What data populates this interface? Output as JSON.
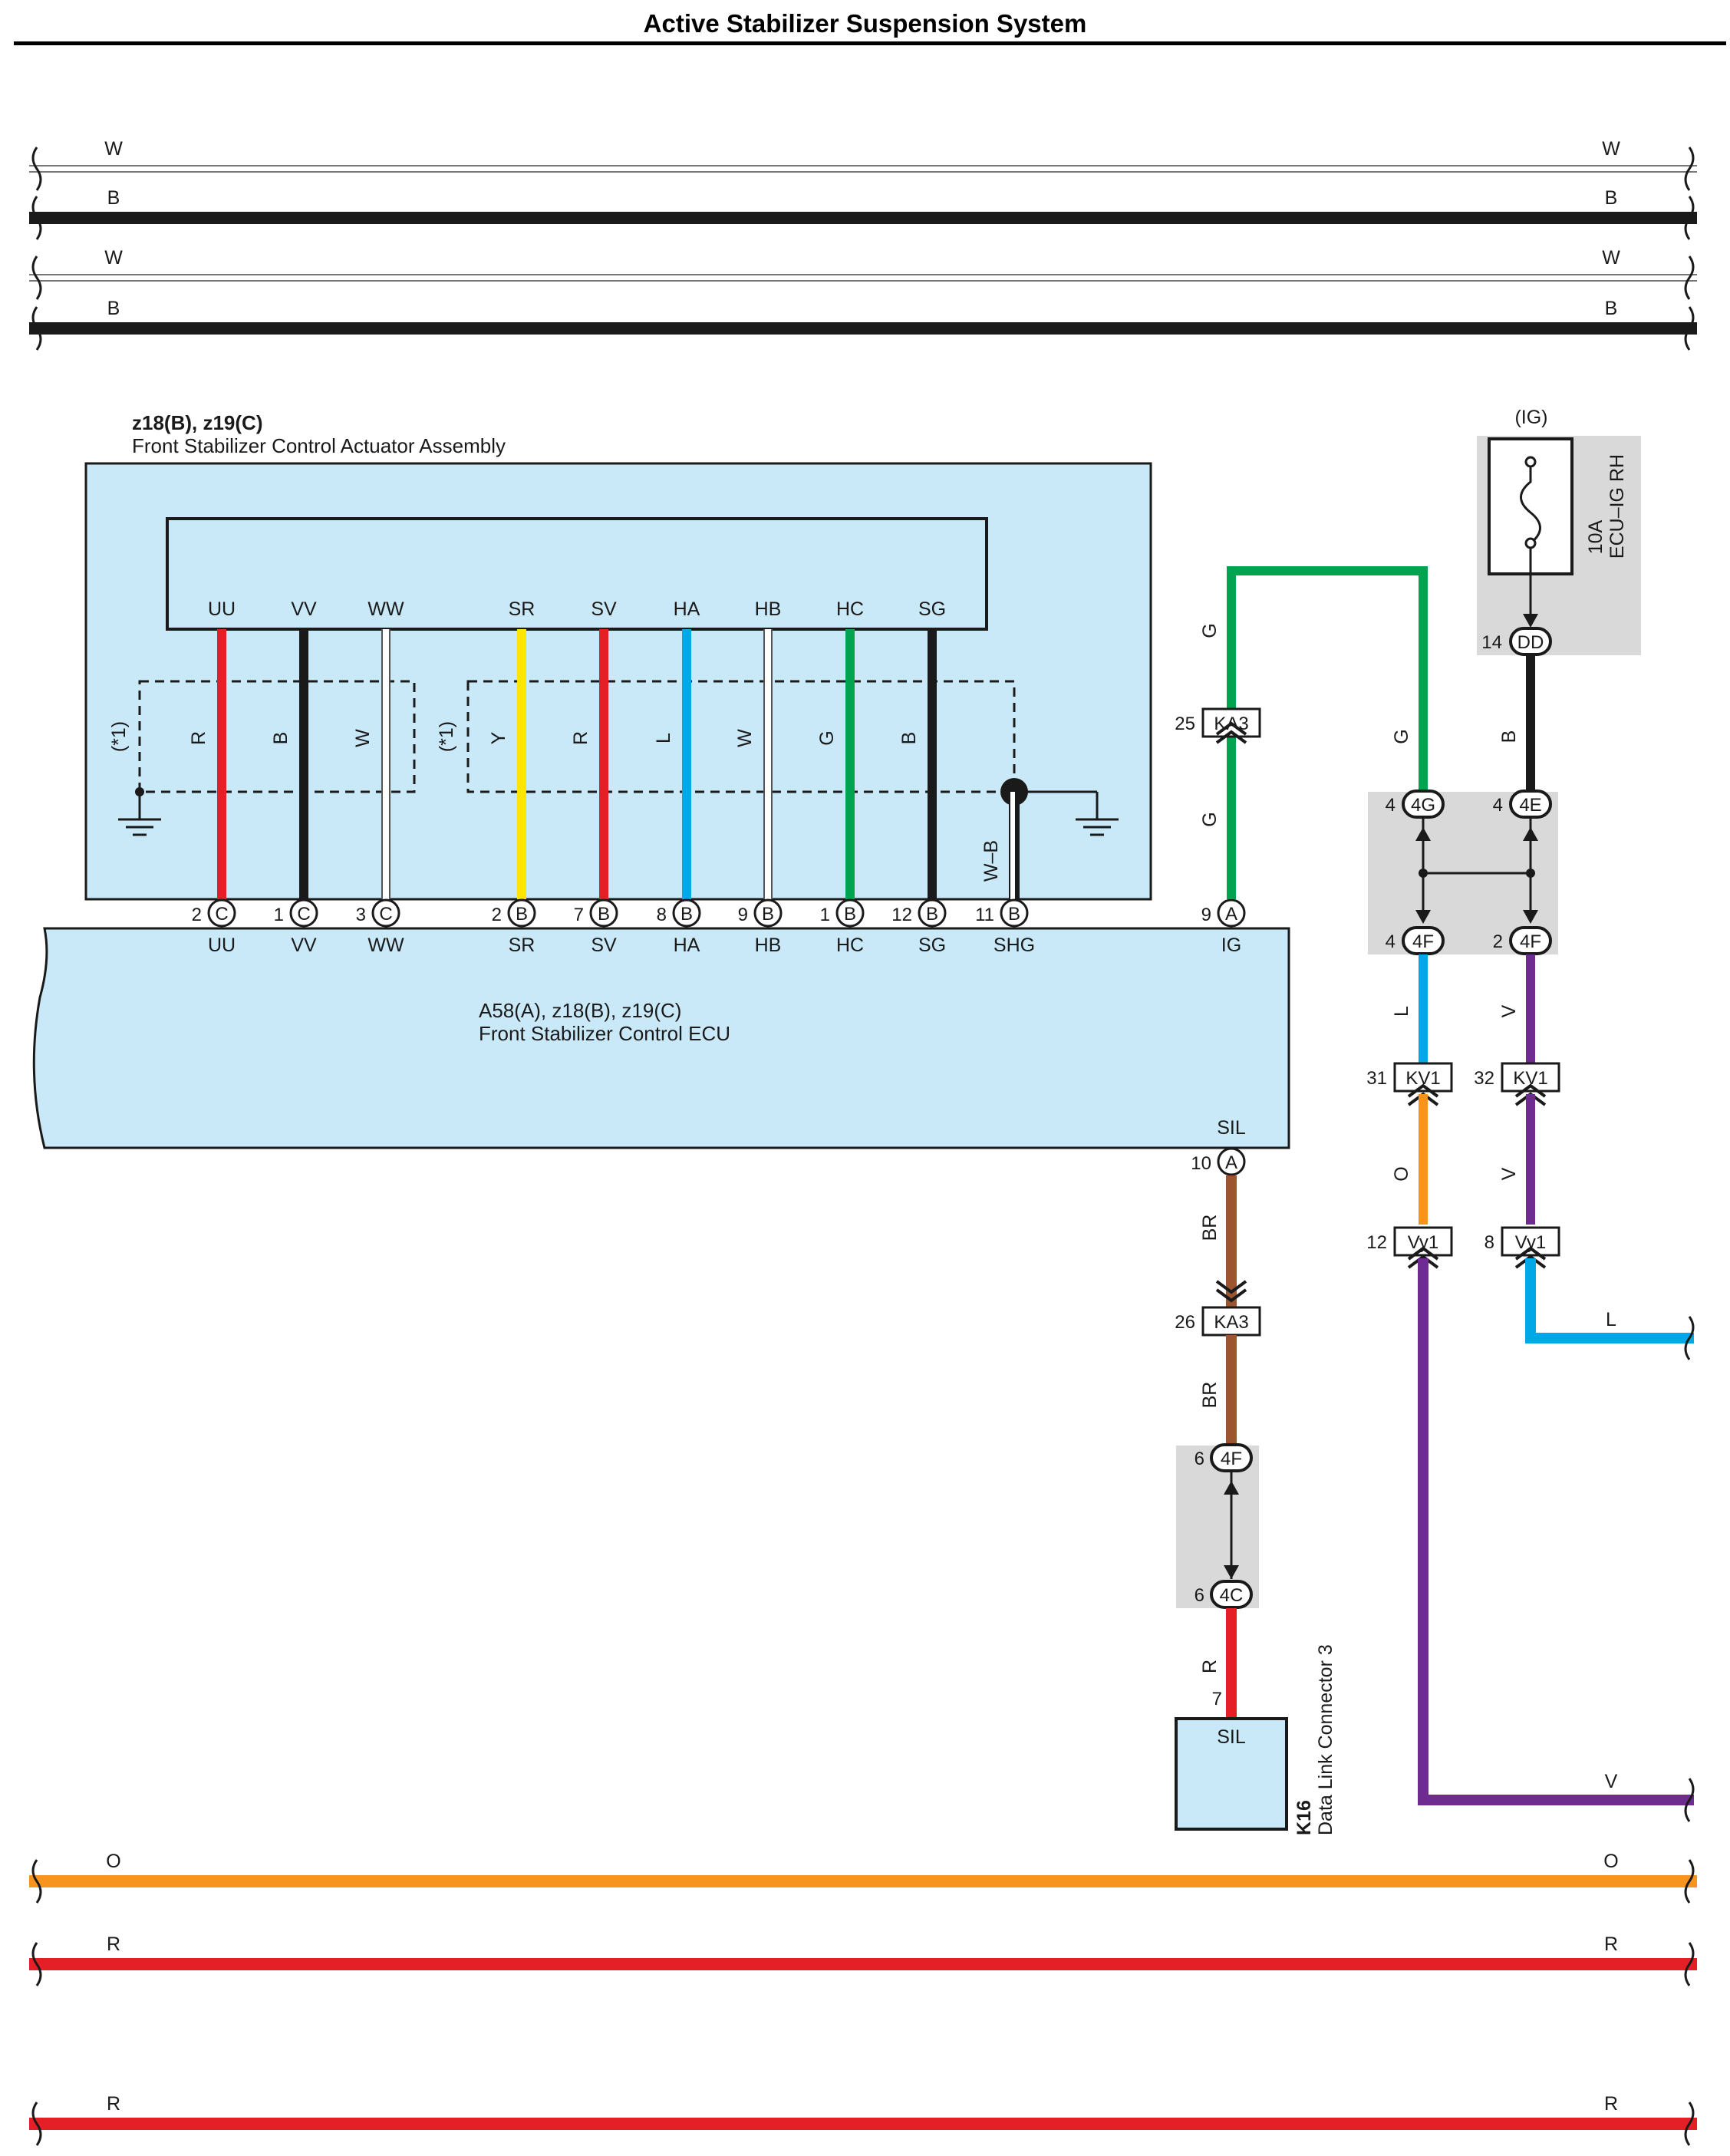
{
  "title": "Active Stabilizer Suspension System",
  "colors": {
    "R": "#e41f26",
    "B": "#1a1a1a",
    "W": "#ffffff",
    "Y": "#ffe500",
    "L": "#00a9e6",
    "G": "#00a450",
    "O": "#f7941d",
    "V": "#6e2c91",
    "BR": "#9b5630",
    "box": "#c9e9f9",
    "shade": "#d9d9d9"
  },
  "top_buses": [
    {
      "left": "W",
      "right": "W"
    },
    {
      "left": "B",
      "right": "B"
    },
    {
      "left": "W",
      "right": "W"
    },
    {
      "left": "B",
      "right": "B"
    }
  ],
  "bottom_buses": [
    {
      "left": "O",
      "right": "O"
    },
    {
      "left": "R",
      "right": "R"
    },
    {
      "left": "R",
      "right": "R"
    }
  ],
  "actuator": {
    "code": "z18(B), z19(C)",
    "name": "Front Stabilizer Control Actuator Assembly",
    "shield_label": "(*1)",
    "terminals": [
      "UU",
      "VV",
      "WW",
      "SR",
      "SV",
      "HA",
      "HB",
      "HC",
      "SG"
    ],
    "wire_colors": [
      "R",
      "B",
      "W",
      "Y",
      "R",
      "L",
      "W",
      "G",
      "B"
    ]
  },
  "ecu": {
    "code": "A58(A), z18(B), z19(C)",
    "name": "Front Stabilizer Control ECU",
    "pins": [
      {
        "num": "2",
        "conn": "C",
        "name": "UU"
      },
      {
        "num": "1",
        "conn": "C",
        "name": "VV"
      },
      {
        "num": "3",
        "conn": "C",
        "name": "WW"
      },
      {
        "num": "2",
        "conn": "B",
        "name": "SR"
      },
      {
        "num": "7",
        "conn": "B",
        "name": "SV"
      },
      {
        "num": "8",
        "conn": "B",
        "name": "HA"
      },
      {
        "num": "9",
        "conn": "B",
        "name": "HB"
      },
      {
        "num": "1",
        "conn": "B",
        "name": "HC"
      },
      {
        "num": "12",
        "conn": "B",
        "name": "SG"
      },
      {
        "num": "11",
        "conn": "B",
        "name": "SHG"
      },
      {
        "num": "9",
        "conn": "A",
        "name": "IG"
      }
    ],
    "shg_wire": "W–B",
    "sil": {
      "num": "10",
      "conn": "A",
      "name": "SIL"
    }
  },
  "ig_path": {
    "wire": "G",
    "connector": "KA3",
    "pin": "25"
  },
  "fuse": {
    "group": "(IG)",
    "rating": "10A",
    "name": "ECU–IG RH",
    "pin": "14",
    "conn": "DD"
  },
  "junction": {
    "in_left": {
      "pin": "4",
      "conn": "4G",
      "wire": "G"
    },
    "in_right": {
      "pin": "4",
      "conn": "4E",
      "wire": "B"
    },
    "out_left": {
      "pin": "4",
      "conn": "4F",
      "wire": "L"
    },
    "out_right": {
      "pin": "2",
      "conn": "4F",
      "wire": "V"
    }
  },
  "kv1": [
    {
      "pin": "31",
      "conn": "KV1",
      "wire_after": "O"
    },
    {
      "pin": "32",
      "conn": "KV1",
      "wire_after": "V"
    }
  ],
  "vy1": [
    {
      "pin": "12",
      "conn": "Vy1",
      "wire_after": "V"
    },
    {
      "pin": "8",
      "conn": "Vy1",
      "wire_after": "L"
    }
  ],
  "sil_path": {
    "wire1": "BR",
    "ka3_pin": "26",
    "ka3_conn": "KA3",
    "wire2": "BR",
    "jb_in": {
      "pin": "6",
      "conn": "4F"
    },
    "jb_out": {
      "pin": "6",
      "conn": "4C"
    },
    "wire3": "R"
  },
  "dlc": {
    "pin": "7",
    "terminal": "SIL",
    "code": "K16",
    "name": "Data Link Connector 3"
  }
}
